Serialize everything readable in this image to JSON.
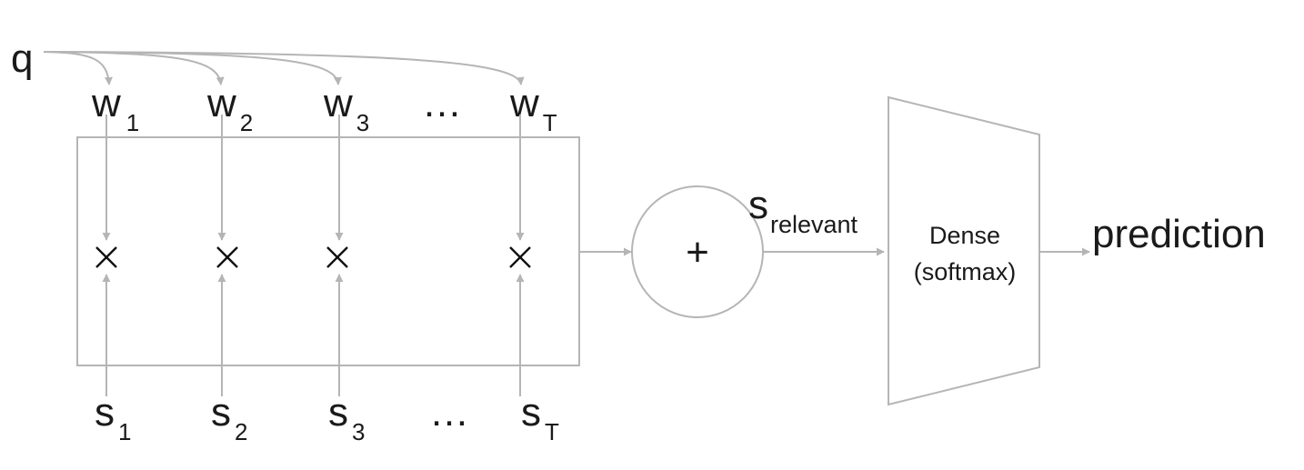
{
  "labels": {
    "query": "q",
    "weights": [
      {
        "base": "w",
        "sub": "1"
      },
      {
        "base": "w",
        "sub": "2"
      },
      {
        "base": "w",
        "sub": "3"
      },
      {
        "base": "w",
        "sub": "T"
      }
    ],
    "states": [
      {
        "base": "s",
        "sub": "1"
      },
      {
        "base": "s",
        "sub": "2"
      },
      {
        "base": "s",
        "sub": "3"
      },
      {
        "base": "s",
        "sub": "T"
      }
    ],
    "ellipsis": "…",
    "sum_operator": "+",
    "relevant": {
      "base": "s",
      "sub": "relevant"
    },
    "dense_line1": "Dense",
    "dense_line2": "(softmax)",
    "output": "prediction"
  }
}
